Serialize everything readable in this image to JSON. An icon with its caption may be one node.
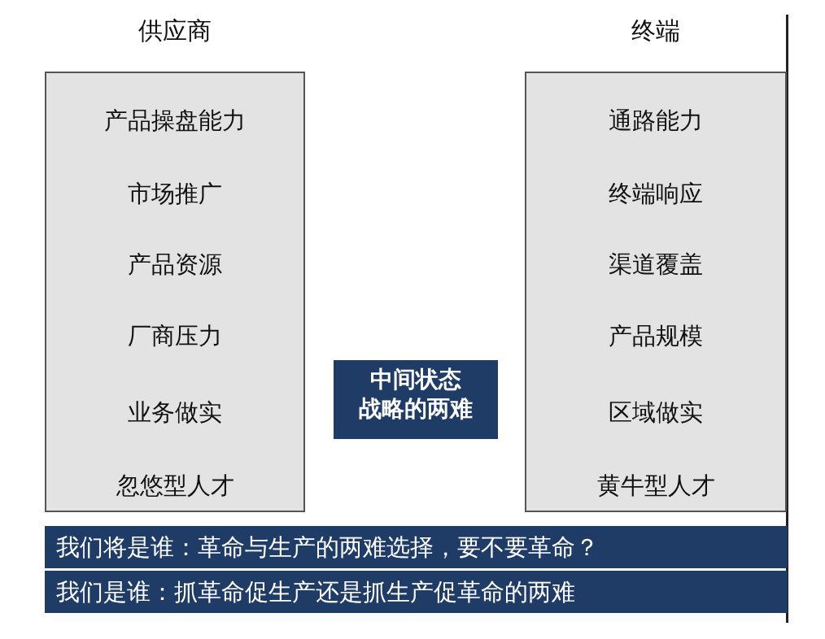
{
  "diagram": {
    "nodes": [
      {
        "text": [
          "供应商",
          "产品操盘能力",
          "市场推广",
          "产品资源",
          "厂商压力",
          "业务做实",
          "忽悠型人才"
        ]
      },
      {
        "text": [
          "中间状态",
          "战略的两难"
        ]
      },
      {
        "text": [
          "终端",
          "通路能力",
          "终端响应",
          "渠道覆盖",
          "产品规模",
          "区域做实",
          "黄牛型人才"
        ]
      },
      {
        "text": [
          "我们将是谁：革命与生产的两难选择，要不要革命？"
        ]
      },
      {
        "text": [
          "我们是谁：抓革命促生产还是抓生产促革命的两难"
        ]
      }
    ],
    "edges": []
  }
}
